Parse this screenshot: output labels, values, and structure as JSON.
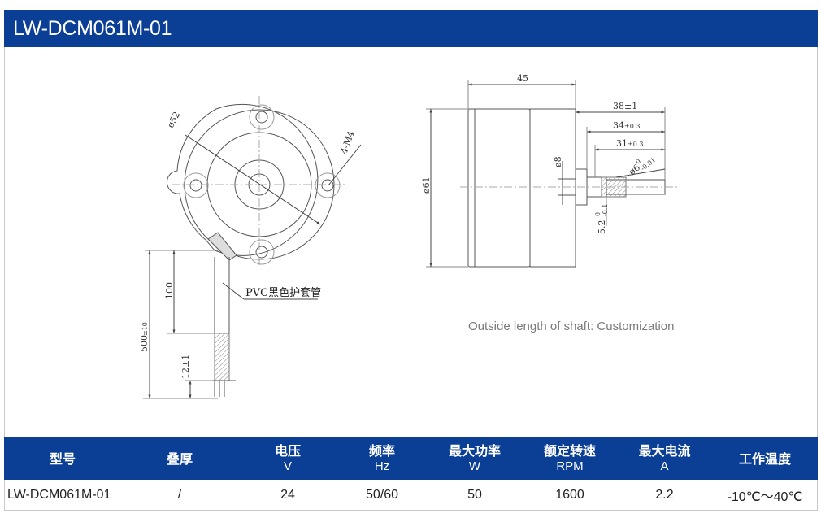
{
  "title": "LW-DCM061M-01",
  "drawing": {
    "dim_phi52": "ø52",
    "dim_4m4": "4-M4",
    "dim_100": "100",
    "dim_500": "500",
    "dim_500_tol": "±10",
    "dim_12": "12±1",
    "pvc_label": "PVC黑色护套管",
    "dim_45": "45",
    "dim_38": "38±1",
    "dim_34": "34",
    "dim_34_tol": "±0.3",
    "dim_31": "31",
    "dim_31_tol": "±0.3",
    "dim_phi8": "ø8",
    "dim_phi61": "ø61",
    "dim_phi6": "ø6",
    "dim_phi6_tol_up": "0",
    "dim_phi6_tol_down": "-0.01",
    "dim_52": "5.2",
    "dim_52_tol_up": "0",
    "dim_52_tol_down": "-0.1"
  },
  "caption": "Outside length of shaft: Customization",
  "table": {
    "headers": [
      {
        "label": "型号",
        "unit": ""
      },
      {
        "label": "叠厚",
        "unit": ""
      },
      {
        "label": "电压",
        "unit": "V"
      },
      {
        "label": "频率",
        "unit": "Hz"
      },
      {
        "label": "最大功率",
        "unit": "W"
      },
      {
        "label": "额定转速",
        "unit": "RPM"
      },
      {
        "label": "最大电流",
        "unit": "A"
      },
      {
        "label": "工作温度",
        "unit": ""
      }
    ],
    "row": [
      "LW-DCM061M-01",
      "/",
      "24",
      "50/60",
      "50",
      "1600",
      "2.2",
      "-10℃～40℃"
    ]
  }
}
